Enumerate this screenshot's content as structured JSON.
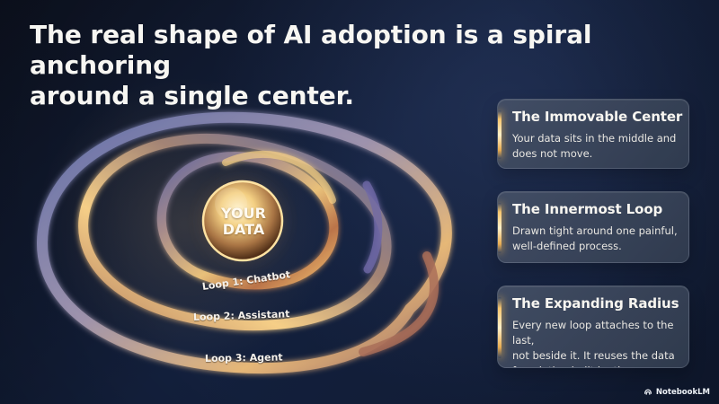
{
  "headline": "The real shape of AI adoption is a spiral anchoring\naround a single center.",
  "center": {
    "line1": "YOUR",
    "line2": "DATA"
  },
  "loops": {
    "loop_1": "Loop 1: Chatbot",
    "loop_2": "Loop 2: Assistant",
    "loop_3": "Loop 3: Agent"
  },
  "cards": [
    {
      "title": "The Immovable Center",
      "body": "Your data sits in the middle and\ndoes not move."
    },
    {
      "title": "The Innermost Loop",
      "body": "Drawn tight around one painful,\nwell-defined process."
    },
    {
      "title": "The Expanding Radius",
      "body": "Every new loop attaches to the last,\nnot beside it. It reuses the data\nfoundation built by the previous turn."
    }
  ],
  "brand": {
    "name": "NotebookLM",
    "icon": "notebooklm-icon"
  },
  "colors": {
    "background": "#101a31",
    "title_text": "#f7f6f2",
    "gold_accent": "#f7c66e",
    "card_fill": "#475268",
    "loop_blue": "#6670aa"
  }
}
